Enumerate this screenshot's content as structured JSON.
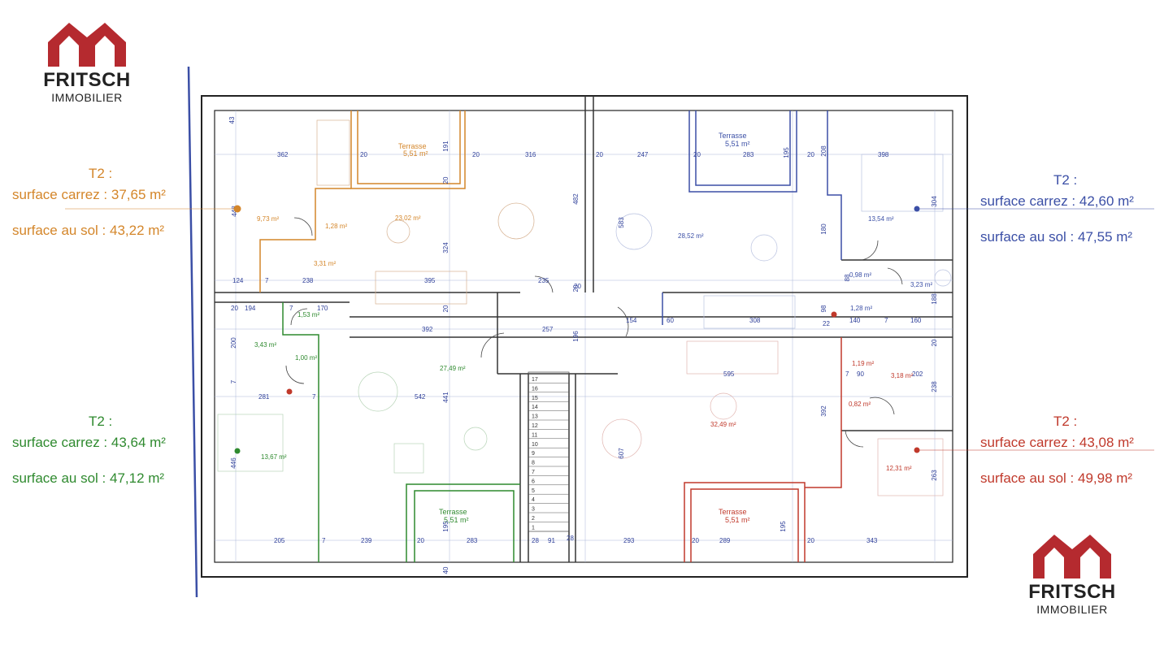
{
  "brand": {
    "name": "FRITSCH",
    "subtitle": "IMMOBILIER",
    "color": "#b52a2f"
  },
  "units": {
    "top_left": {
      "type": "T2 :",
      "carrez": "surface carrez : 37,65 m²",
      "sol": "surface au sol : 43,22 m²",
      "color": "#d4862a"
    },
    "bottom_left": {
      "type": "T2 :",
      "carrez": "surface carrez : 43,64 m²",
      "sol": "surface au sol : 47,12 m²",
      "color": "#2f8a2f"
    },
    "top_right": {
      "type": "T2 :",
      "carrez": "surface carrez : 42,60 m²",
      "sol": "surface au sol : 47,55 m²",
      "color": "#3b4fa6"
    },
    "bottom_right": {
      "type": "T2 :",
      "carrez": "surface carrez : 43,08 m²",
      "sol": "surface au sol : 49,98 m²",
      "color": "#c0392b"
    }
  },
  "plan": {
    "terrasse_label": "Terrasse",
    "terrasse_area": "5,51 m²",
    "rooms_top_left": [
      "9,73 m²",
      "1,28 m²",
      "23,02 m²",
      "3,31 m²"
    ],
    "rooms_bottom_left": [
      "1,53 m²",
      "3,43 m²",
      "1,00 m²",
      "27,49 m²",
      "13,67 m²"
    ],
    "rooms_top_right": [
      "28,52 m²",
      "13,54 m²",
      "0,98 m²",
      "3,23 m²",
      "1,28 m²"
    ],
    "rooms_bottom_right": [
      "32,49 m²",
      "1,19 m²",
      "3,18 m²",
      "0,82 m²",
      "12,31 m²"
    ],
    "stair_steps": [
      "17",
      "16",
      "15",
      "14",
      "13",
      "12",
      "11",
      "10",
      "9",
      "8",
      "7",
      "6",
      "5",
      "4",
      "3",
      "2",
      "1"
    ],
    "dimensions": {
      "top_row": [
        "362",
        "20",
        "20",
        "316",
        "20",
        "247",
        "20",
        "283",
        "20",
        "398"
      ],
      "mid_row_left": [
        "124",
        "7",
        "238",
        "395",
        "235",
        "20"
      ],
      "mid_row_2": [
        "20",
        "194",
        "7",
        "170",
        "392",
        "257",
        "154",
        "60",
        "308",
        "22",
        "140",
        "7",
        "160"
      ],
      "lower_row": [
        "281",
        "7",
        "542",
        "595",
        "7",
        "90",
        "202"
      ],
      "bottom_row": [
        "205",
        "7",
        "239",
        "20",
        "283",
        "28",
        "91",
        "28",
        "293",
        "20",
        "289",
        "20",
        "343"
      ],
      "verticals": [
        "43",
        "191",
        "20",
        "482",
        "195",
        "208",
        "448",
        "324",
        "583",
        "180",
        "304",
        "88",
        "98",
        "188",
        "20",
        "200",
        "196",
        "20",
        "7",
        "441",
        "392",
        "238",
        "446",
        "195",
        "607",
        "195",
        "263",
        "40",
        "20"
      ]
    }
  }
}
